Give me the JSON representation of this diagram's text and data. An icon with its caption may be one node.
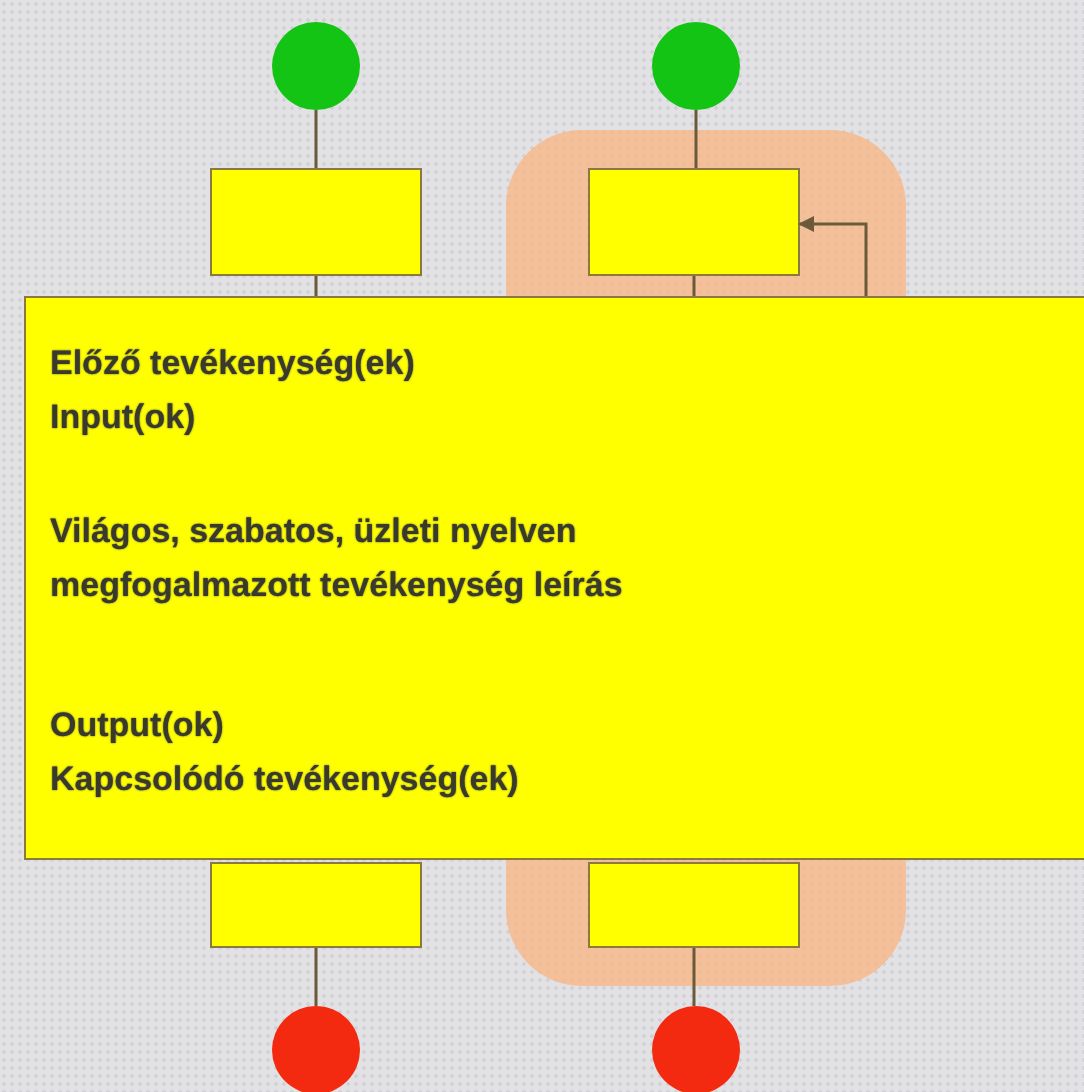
{
  "diagram": {
    "nodes": [
      {
        "text": [],
        "shape": "circle"
      },
      {
        "text": [],
        "shape": "circle"
      },
      {
        "text": [],
        "shape": "box"
      },
      {
        "text": [],
        "shape": "box"
      },
      {
        "text": [],
        "shape": "box",
        "in": 2
      },
      {
        "text": [
          "Előző tevékenység(ek)",
          "Input(ok)",
          "Világos, szabatos, üzleti nyelven megfogalmazott tevékenység leírás",
          "Output(ok)",
          "Kapcsolódó tevékenység(ek)"
        ]
      },
      {
        "text": [],
        "shape": "box"
      },
      {
        "text": [],
        "shape": "box",
        "in": 2
      },
      {
        "text": [],
        "shape": "circle"
      },
      {
        "text": [],
        "shape": "circle"
      }
    ],
    "edges": [
      {
        "from": 0,
        "to": 3,
        "arrow": "none"
      },
      {
        "from": 1,
        "to": 4,
        "arrow": "none"
      },
      {
        "from": 3,
        "to": 5,
        "arrow": "none"
      },
      {
        "from": 4,
        "to": 5,
        "arrow": "none"
      },
      {
        "from": 6,
        "to": 8,
        "arrow": "none"
      },
      {
        "from": 7,
        "to": 9,
        "arrow": "none"
      },
      {
        "from": 5,
        "to": 4,
        "arrow": "to"
      }
    ]
  }
}
